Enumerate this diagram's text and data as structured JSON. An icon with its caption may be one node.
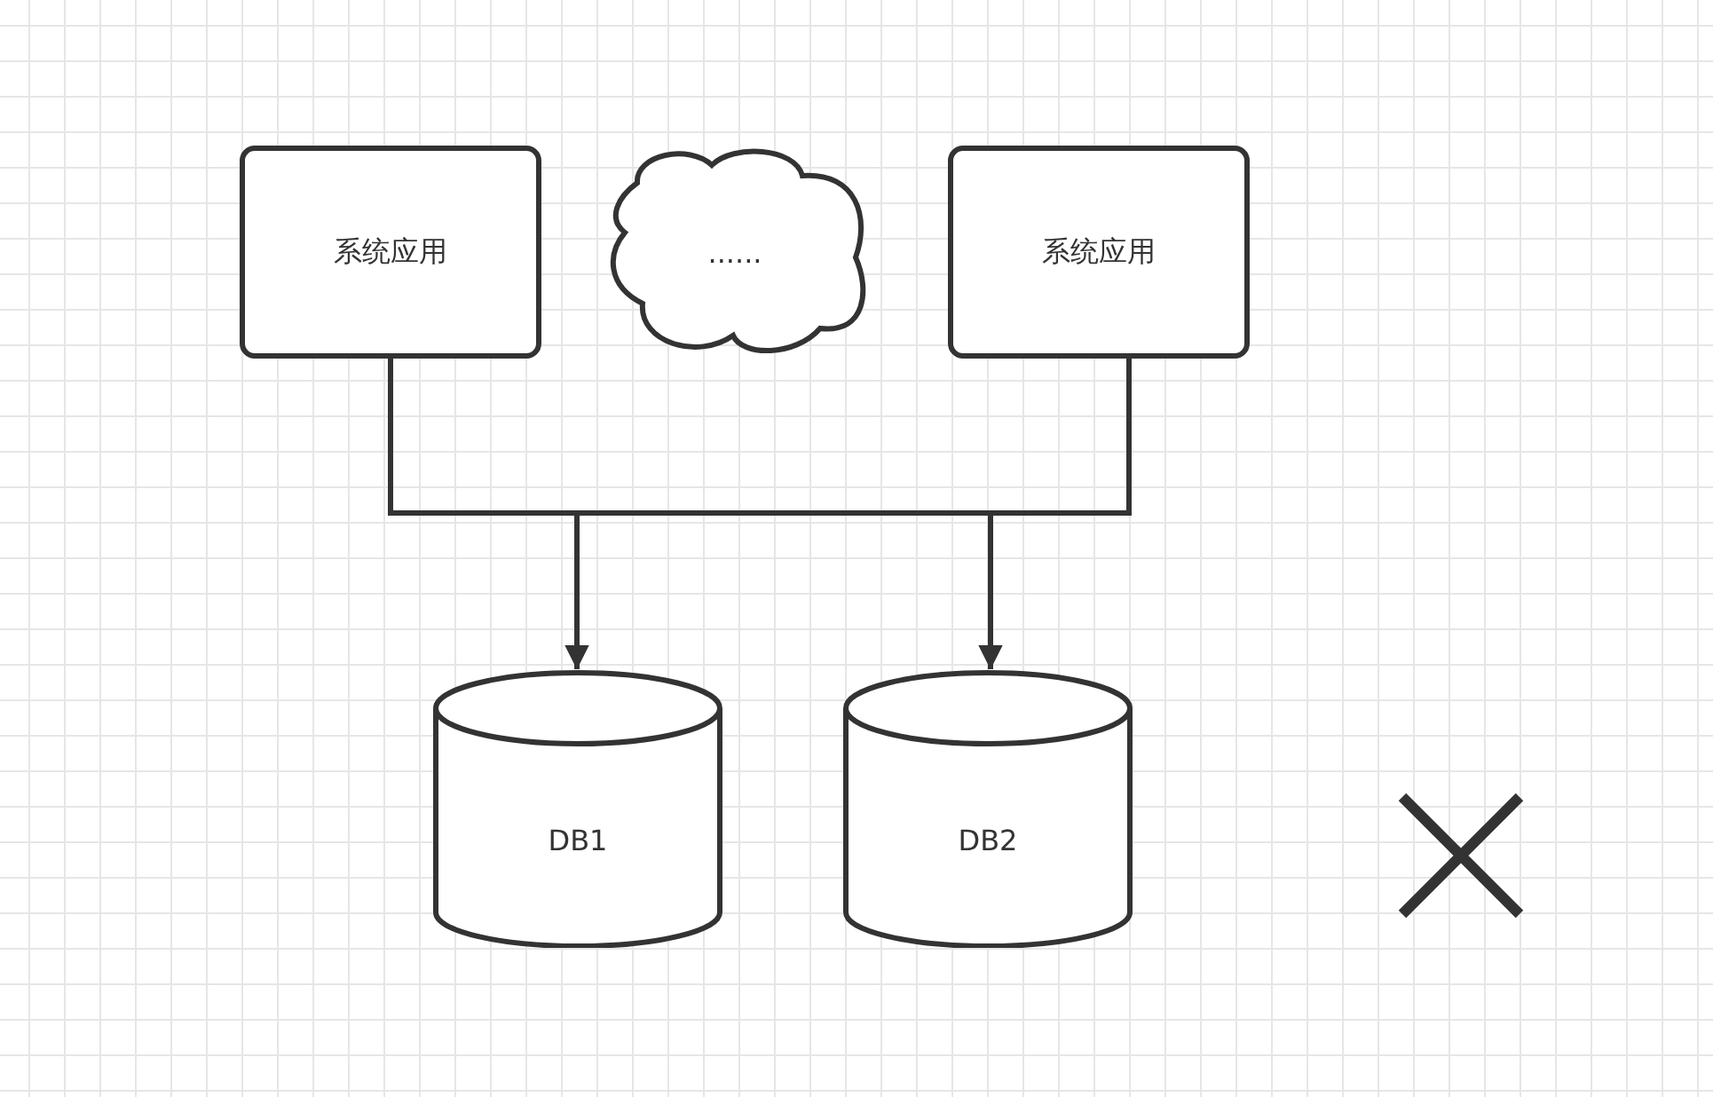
{
  "diagram": {
    "nodes": [
      {
        "text": [
          "系统应用"
        ]
      },
      {
        "text": [
          "......"
        ]
      },
      {
        "text": [
          "系统应用"
        ]
      },
      {
        "text": [
          "DB1"
        ]
      },
      {
        "text": [
          "DB2"
        ]
      }
    ],
    "edges": [
      {
        "from": 0,
        "to": 3,
        "arrow": "to"
      },
      {
        "from": 0,
        "to": 4,
        "arrow": "to"
      },
      {
        "from": 2,
        "to": 3,
        "arrow": "to"
      },
      {
        "from": 2,
        "to": 4,
        "arrow": "to"
      }
    ]
  }
}
